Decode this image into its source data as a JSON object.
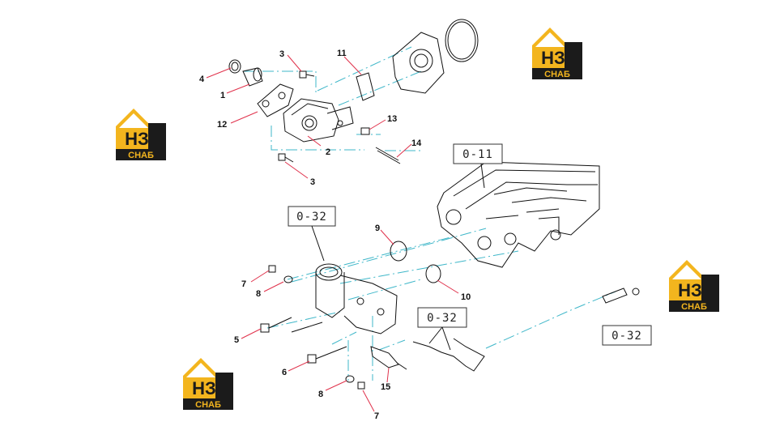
{
  "diagram": {
    "colors": {
      "leader": "#e0314b",
      "guide": "#3fb7c9",
      "part_line": "#111111",
      "logo_yellow": "#f3b51e",
      "logo_dark": "#1b1b1b"
    },
    "part_numbers": {
      "n1": "1",
      "n2": "2",
      "n3a": "3",
      "n3b": "3",
      "n4": "4",
      "n5": "5",
      "n6": "6",
      "n7a": "7",
      "n7b": "7",
      "n8a": "8",
      "n8b": "8",
      "n9": "9",
      "n10": "10",
      "n11": "11",
      "n12": "12",
      "n13": "13",
      "n14": "14",
      "n15": "15"
    },
    "references": {
      "r_011": "0-11",
      "r_032a": "0-32",
      "r_032b": "0-32",
      "r_032c": "0-32"
    },
    "watermark": {
      "letters": "НЗ",
      "caption": "СНАБ"
    }
  }
}
